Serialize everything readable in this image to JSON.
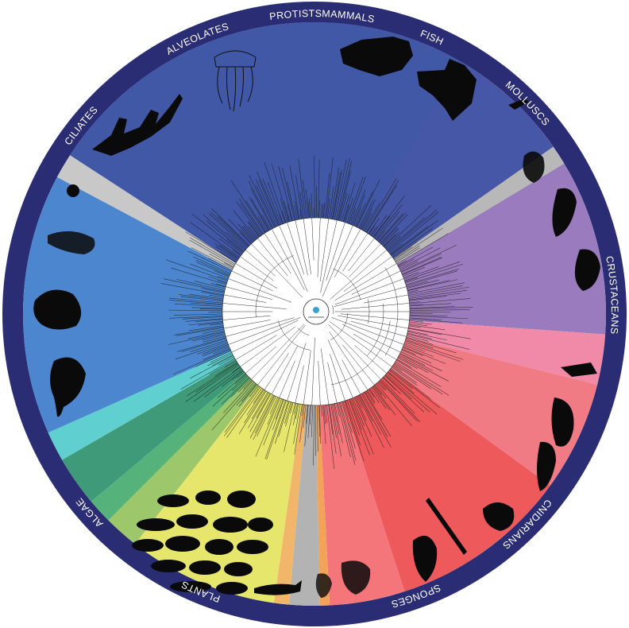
{
  "diagram": {
    "type": "circular-phylogenetic-tree",
    "groups": [
      {
        "id": "sponges",
        "label": "SPONGES",
        "color": "#4557a6",
        "silhouettes": [
          "sponge-icon",
          "branching-sponge-icon"
        ]
      },
      {
        "id": "plants",
        "label": "PLANTS",
        "color": "#b8b8b8",
        "silhouettes": [
          "plant-icon"
        ]
      },
      {
        "id": "algae",
        "label": "ALGAE",
        "color": "#9a7bbd",
        "silhouettes": [
          "diatom-icon",
          "seaweed-icon",
          "alga-cell-icon"
        ]
      },
      {
        "id": "ciliates",
        "label": "CILIATES",
        "color": "#f17b84",
        "silhouettes": [
          "ciliate-icon",
          "paramecium-icon",
          "stentor-icon"
        ]
      },
      {
        "id": "alveolates",
        "label": "ALVEOLATES",
        "color": "#ee5a5c",
        "silhouettes": [
          "dinoflagellate-icon",
          "gregarine-icon",
          "spore-icon"
        ]
      },
      {
        "id": "protists",
        "label": "PROTISTS",
        "color": "#f4757a",
        "silhouettes": [
          "protist-icon",
          "amoeba-icon"
        ]
      },
      {
        "id": "mammals",
        "label": "MAMMALS",
        "color": "#b3b3b3",
        "silhouettes": [
          "whale-icon"
        ]
      },
      {
        "id": "fish",
        "label": "FISH",
        "color": "#e6e66c",
        "silhouettes": [
          "fish-school-icon"
        ]
      },
      {
        "id": "molluscs",
        "label": "MOLLUSCS",
        "color": "#3f9a7a",
        "silhouettes": []
      },
      {
        "id": "crustaceans",
        "label": "CRUSTACEANS",
        "color": "#4c86cf",
        "silhouettes": [
          "shrimp-icon",
          "crab-icon",
          "horseshoe-crab-icon"
        ]
      },
      {
        "id": "cnidarians",
        "label": "CNIDARIANS",
        "color": "#4158a7",
        "silhouettes": [
          "jellyfish-icon",
          "coral-icon"
        ]
      }
    ],
    "ring_color": "#2b2d74",
    "center_logo": "tree-root-logo-icon"
  }
}
